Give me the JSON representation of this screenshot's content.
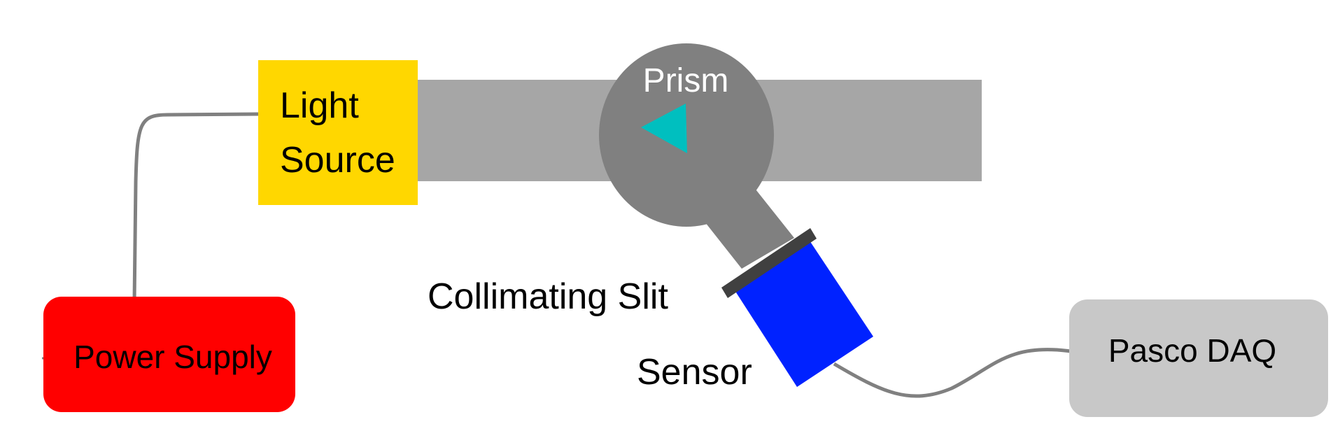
{
  "labels": {
    "light_source_line1": "Light",
    "light_source_line2": "Source",
    "prism": "Prism",
    "collimating_slit": "Collimating Slit",
    "sensor": "Sensor",
    "power_supply": "Power Supply",
    "pasco_daq": "Pasco DAQ"
  },
  "colors": {
    "light_source": "#FFD700",
    "power_supply": "#FF0000",
    "sensor": "#0022FF",
    "prism_triangle": "#00BFBF",
    "prism_disk": "#808080",
    "rail": "#A6A6A6",
    "slit": "#404040",
    "daq": "#C8C8C8",
    "cable": "#808080"
  }
}
